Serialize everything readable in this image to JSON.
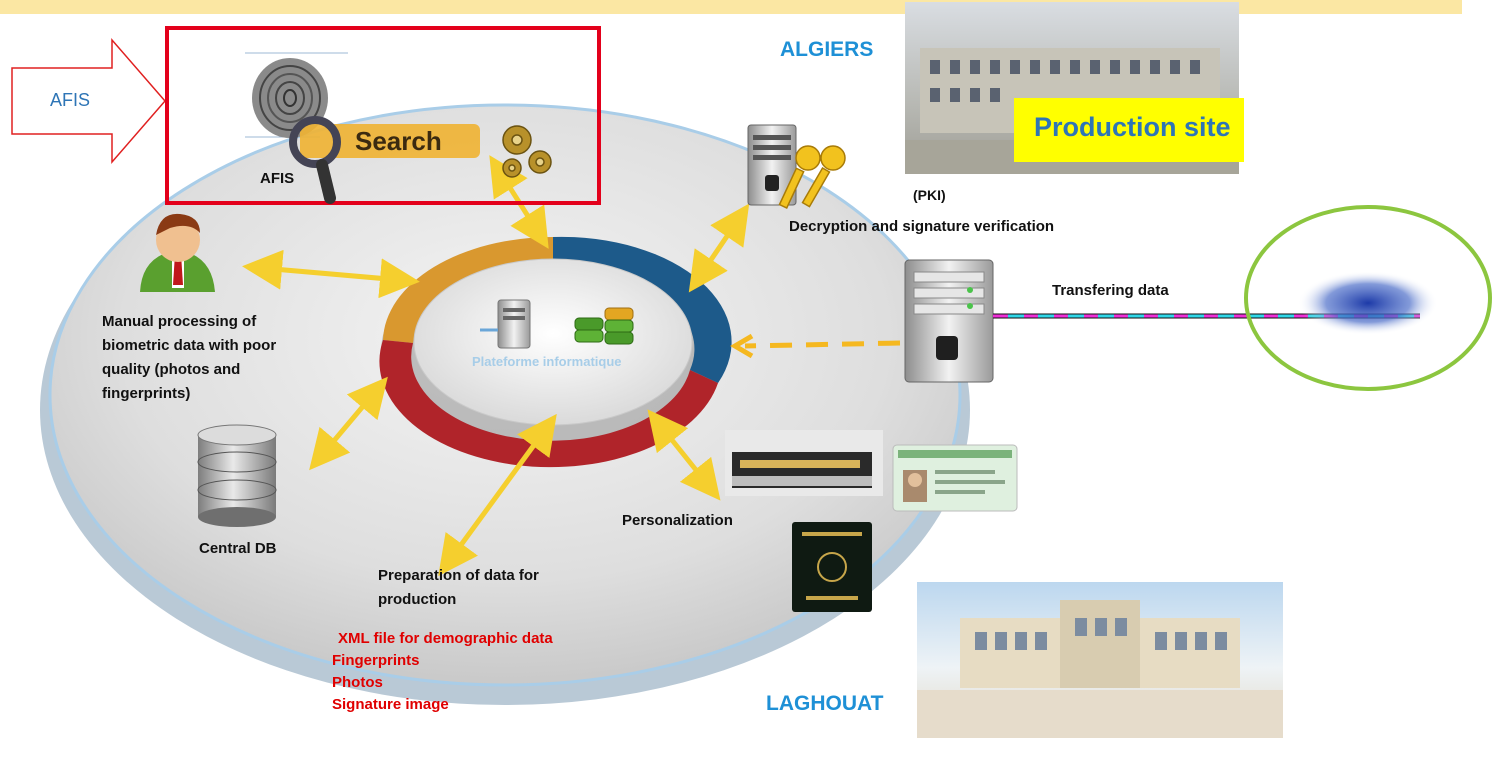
{
  "arrow_label": "AFIS",
  "search_word": "Search",
  "afis_label": "AFIS",
  "platform_label": "Plateforme informatique",
  "manual_label": [
    "Manual processing of",
    "biometric  data with poor",
    "quality (photos and",
    "fingerprints)"
  ],
  "central_db_label": "Central DB",
  "preparation_label": [
    "Preparation of data for",
    "production"
  ],
  "data_items": [
    "XML file for demographic data",
    "Fingerprints",
    "Photos",
    "Signature image"
  ],
  "personalization_label": "Personalization",
  "pki_label": "(PKI)",
  "decryption_label": "Decryption and signature verification",
  "transfer_label": "Transfering data",
  "city_top": "ALGIERS",
  "production_site": "Production site",
  "city_bottom": "LAGHOUAT",
  "colors": {
    "top_band": "#fbe7a3",
    "ring_orange": "#d9982f",
    "ring_blue": "#1d5a8a",
    "ring_red": "#b0242a",
    "arrow_yellow": "#f5cf2e",
    "afis_box": "#e3001b",
    "production_bg": "#ffff00",
    "production_text": "#2e75b6",
    "green_ellipse": "#8cc63f"
  }
}
